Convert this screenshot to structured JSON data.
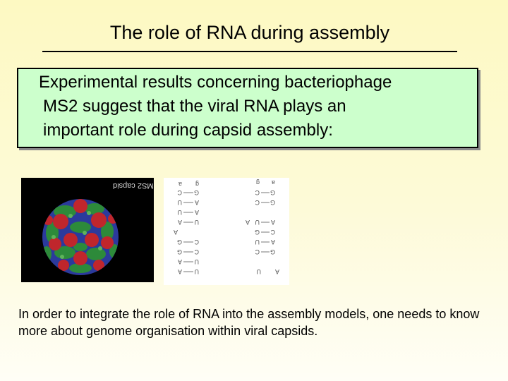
{
  "slide": {
    "title": "The role of RNA during assembly",
    "intro_lines": [
      "Experimental results concerning bacteriophage",
      "MS2 suggest that the viral RNA plays an",
      "important role during capsid assembly:"
    ],
    "capsid_image": {
      "label": "MS2 capsid"
    },
    "caption": "In order to integrate the role of RNA into the assembly models, one needs to know more about genome organisation within viral capsids."
  },
  "colors": {
    "background_top": "#fdf9c2",
    "background_bottom": "#fffef6",
    "callout_fill": "#ccffcc",
    "capsid_red": "#c0262c",
    "capsid_green": "#2d8a3a",
    "capsid_blue": "#2b3a9c"
  }
}
